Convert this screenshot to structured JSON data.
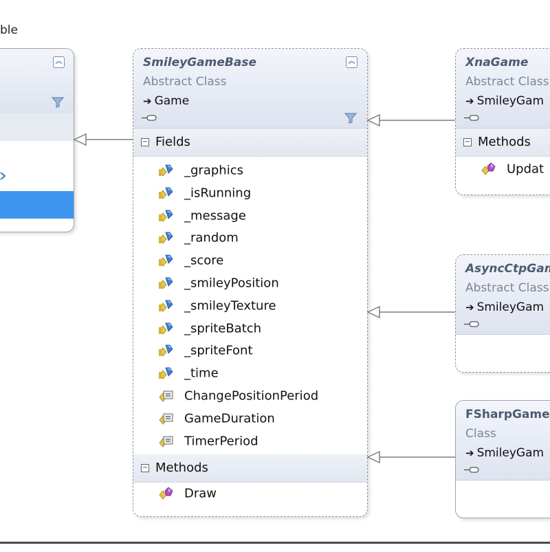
{
  "top_left_text": "ble",
  "left_box": {
    "colors": {
      "selected": "#3d95f0"
    }
  },
  "smiley": {
    "title": "SmileyGameBase",
    "kind": "Abstract Class",
    "base": "Game",
    "fields_label": "Fields",
    "fields": [
      "_graphics",
      "_isRunning",
      "_message",
      "_random",
      "_score",
      "_smileyPosition",
      "_smileyTexture",
      "_spriteBatch",
      "_spriteFont",
      "_time"
    ],
    "constants": [
      "ChangePositionPeriod",
      "GameDuration",
      "TimerPeriod"
    ],
    "methods_label": "Methods",
    "methods": [
      "Draw"
    ]
  },
  "xna": {
    "title": "XnaGame",
    "kind": "Abstract Class",
    "base": "SmileyGam",
    "methods_label": "Methods",
    "methods": [
      "Updat"
    ]
  },
  "async": {
    "title": "AsyncCtpGam",
    "kind": "Abstract Class",
    "base": "SmileyGam"
  },
  "fsharp": {
    "title": "FSharpGame",
    "kind": "Class",
    "base": "SmileyGam"
  },
  "icons": {
    "field": "field-icon",
    "constant": "constant-icon",
    "method": "method-icon",
    "collapse": "collapse-chevron-icon",
    "filter": "filter-icon",
    "interface": "interface-lollipop-icon"
  }
}
